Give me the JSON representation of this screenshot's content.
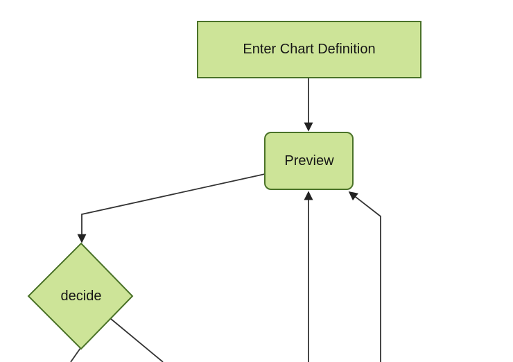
{
  "diagram": {
    "type": "flowchart-top-down",
    "nodes": [
      {
        "id": "enter-chart-definition",
        "label": "Enter Chart Definition",
        "shape": "rectangle"
      },
      {
        "id": "preview",
        "label": "Preview",
        "shape": "rounded-rectangle"
      },
      {
        "id": "decide",
        "label": "decide",
        "shape": "diamond"
      }
    ],
    "edges": [
      {
        "from": "enter-chart-definition",
        "to": "preview",
        "arrow": true
      },
      {
        "from": "preview",
        "to": "decide",
        "arrow": true
      },
      {
        "from": "offscreen-bottom-center",
        "to": "preview",
        "arrow": true
      },
      {
        "from": "offscreen-bottom-right",
        "to": "preview",
        "arrow": true
      },
      {
        "from": "decide",
        "to": "offscreen-bottom-left",
        "arrow": false
      },
      {
        "from": "decide",
        "to": "offscreen-bottom-right",
        "arrow": false
      }
    ]
  },
  "colors": {
    "background": "#ffffff",
    "node_fill": "#cde498",
    "node_border": "#4a7228",
    "edge": "#333333",
    "arrowhead": "#222222",
    "label_text": "#161616"
  }
}
